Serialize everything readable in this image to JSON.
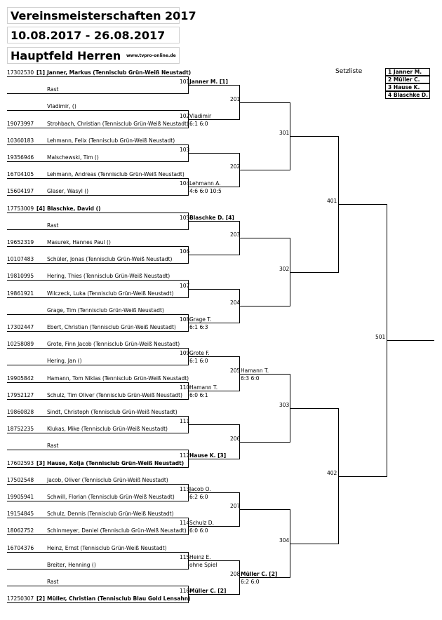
{
  "header": {
    "title": "Vereinsmeisterschaften 2017",
    "dates": "10.08.2017 - 26.08.2017",
    "draw": "Hauptfeld Herren",
    "site": "www.tvpro-online.de"
  },
  "setzliste": {
    "title": "Setzliste",
    "items": [
      "1 Janner M.",
      "2 Müller C.",
      "3 Hause K.",
      "4 Blaschke D."
    ]
  },
  "players": [
    {
      "id": "17302530",
      "seed": "[1]",
      "name": "Janner, Markus (Tennisclub Grün-Weiß Neustadt)",
      "bold": true
    },
    {
      "id": "",
      "seed": "",
      "name": "Rast",
      "bold": false
    },
    {
      "id": "",
      "seed": "",
      "name": "Vladimir, ()",
      "bold": false
    },
    {
      "id": "19073997",
      "seed": "",
      "name": "Strohbach, Christian (Tennisclub Grün-Weiß Neustadt)",
      "bold": false
    },
    {
      "id": "10360183",
      "seed": "",
      "name": "Lehmann, Felix (Tennisclub Grün-Weiß Neustadt)",
      "bold": false
    },
    {
      "id": "19356946",
      "seed": "",
      "name": "Malschewski, Tim ()",
      "bold": false
    },
    {
      "id": "16704105",
      "seed": "",
      "name": "Lehmann, Andreas (Tennisclub Grün-Weiß Neustadt)",
      "bold": false
    },
    {
      "id": "15604197",
      "seed": "",
      "name": "Glaser, Wasyl ()",
      "bold": false
    },
    {
      "id": "17753009",
      "seed": "[4]",
      "name": "Blaschke, David ()",
      "bold": true
    },
    {
      "id": "",
      "seed": "",
      "name": "Rast",
      "bold": false
    },
    {
      "id": "19652319",
      "seed": "",
      "name": "Masurek, Hannes Paul ()",
      "bold": false
    },
    {
      "id": "10107483",
      "seed": "",
      "name": "Schüler, Jonas (Tennisclub Grün-Weiß Neustadt)",
      "bold": false
    },
    {
      "id": "19810995",
      "seed": "",
      "name": "Hering, Thies (Tennisclub Grün-Weiß Neustadt)",
      "bold": false
    },
    {
      "id": "19861921",
      "seed": "",
      "name": "Wilczeck, Luka (Tennisclub Grün-Weiß Neustadt)",
      "bold": false
    },
    {
      "id": "",
      "seed": "",
      "name": "Grage, Tim (Tennisclub Grün-Weiß Neustadt)",
      "bold": false
    },
    {
      "id": "17302447",
      "seed": "",
      "name": "Ebert, Christian (Tennisclub Grün-Weiß Neustadt)",
      "bold": false
    },
    {
      "id": "10258089",
      "seed": "",
      "name": "Grote, Finn Jacob (Tennisclub Grün-Weiß Neustadt)",
      "bold": false
    },
    {
      "id": "",
      "seed": "",
      "name": "Hering, Jan ()",
      "bold": false
    },
    {
      "id": "19905842",
      "seed": "",
      "name": "Hamann, Tom Niklas (Tennisclub Grün-Weiß Neustadt)",
      "bold": false
    },
    {
      "id": "17952127",
      "seed": "",
      "name": "Schulz, Tim Oliver (Tennisclub Grün-Weiß Neustadt)",
      "bold": false
    },
    {
      "id": "19860828",
      "seed": "",
      "name": "Sindt, Christoph (Tennisclub Grün-Weiß Neustadt)",
      "bold": false
    },
    {
      "id": "18752235",
      "seed": "",
      "name": "Klukas, Mike (Tennisclub Grün-Weiß Neustadt)",
      "bold": false
    },
    {
      "id": "",
      "seed": "",
      "name": "Rast",
      "bold": false
    },
    {
      "id": "17602593",
      "seed": "[3]",
      "name": "Hause, Kolja (Tennisclub Grün-Weiß Neustadt)",
      "bold": true
    },
    {
      "id": "17502548",
      "seed": "",
      "name": "Jacob, Oliver (Tennisclub Grün-Weiß Neustadt)",
      "bold": false
    },
    {
      "id": "19905941",
      "seed": "",
      "name": "Schwill, Florian (Tennisclub Grün-Weiß Neustadt)",
      "bold": false
    },
    {
      "id": "19154845",
      "seed": "",
      "name": "Schulz, Dennis (Tennisclub Grün-Weiß Neustadt)",
      "bold": false
    },
    {
      "id": "18062752",
      "seed": "",
      "name": "Schinmeyer, Daniel (Tennisclub Grün-Weiß Neustadt)",
      "bold": false
    },
    {
      "id": "16704376",
      "seed": "",
      "name": "Heinz, Ernst (Tennisclub Grün-Weiß Neustadt)",
      "bold": false
    },
    {
      "id": "",
      "seed": "",
      "name": "Breiter, Henning ()",
      "bold": false
    },
    {
      "id": "",
      "seed": "",
      "name": "Rast",
      "bold": false
    },
    {
      "id": "17250307",
      "seed": "[2]",
      "name": "Müller, Christian (Tennisclub Blau Gold Lensahn)",
      "bold": true
    }
  ],
  "round1": [
    {
      "no": "101",
      "winner": "Janner M. [1]",
      "winner_bold": true,
      "score": ""
    },
    {
      "no": "102",
      "winner": "Vladimir",
      "winner_bold": false,
      "score": "6:1 6:0"
    },
    {
      "no": "103",
      "winner": "",
      "winner_bold": false,
      "score": ""
    },
    {
      "no": "104",
      "winner": "Lehmann A.",
      "winner_bold": false,
      "score": "4:6 6:0 10:5"
    },
    {
      "no": "105",
      "winner": "Blaschke D. [4]",
      "winner_bold": true,
      "score": ""
    },
    {
      "no": "106",
      "winner": "",
      "winner_bold": false,
      "score": ""
    },
    {
      "no": "107",
      "winner": "",
      "winner_bold": false,
      "score": ""
    },
    {
      "no": "108",
      "winner": "Grage T.",
      "winner_bold": false,
      "score": "6:1 6:3"
    },
    {
      "no": "109",
      "winner": "Grote F.",
      "winner_bold": false,
      "score": "6:1 6:0"
    },
    {
      "no": "110",
      "winner": "Hamann T.",
      "winner_bold": false,
      "score": "6:0 6:1"
    },
    {
      "no": "111",
      "winner": "",
      "winner_bold": false,
      "score": ""
    },
    {
      "no": "112",
      "winner": "Hause K. [3]",
      "winner_bold": true,
      "score": ""
    },
    {
      "no": "113",
      "winner": "Jacob O.",
      "winner_bold": false,
      "score": "6:2 6:0"
    },
    {
      "no": "114",
      "winner": "Schulz D.",
      "winner_bold": false,
      "score": "6:0 6:0"
    },
    {
      "no": "115",
      "winner": "Heinz E.",
      "winner_bold": false,
      "score": "ohne Spiel"
    },
    {
      "no": "116",
      "winner": "Müller C. [2]",
      "winner_bold": true,
      "score": ""
    }
  ],
  "round2": [
    {
      "no": "201",
      "winner": "",
      "winner_bold": false,
      "score": ""
    },
    {
      "no": "202",
      "winner": "",
      "winner_bold": false,
      "score": ""
    },
    {
      "no": "203",
      "winner": "",
      "winner_bold": false,
      "score": ""
    },
    {
      "no": "204",
      "winner": "",
      "winner_bold": false,
      "score": ""
    },
    {
      "no": "205",
      "winner": "Hamann T.",
      "winner_bold": false,
      "score": "6:3 6:0"
    },
    {
      "no": "206",
      "winner": "",
      "winner_bold": false,
      "score": ""
    },
    {
      "no": "207",
      "winner": "",
      "winner_bold": false,
      "score": ""
    },
    {
      "no": "208",
      "winner": "Müller C. [2]",
      "winner_bold": true,
      "score": "6:2 6:0"
    }
  ],
  "round3": [
    {
      "no": "301"
    },
    {
      "no": "302"
    },
    {
      "no": "303"
    },
    {
      "no": "304"
    }
  ],
  "round4": [
    {
      "no": "401"
    },
    {
      "no": "402"
    }
  ],
  "final": {
    "no": "501"
  }
}
